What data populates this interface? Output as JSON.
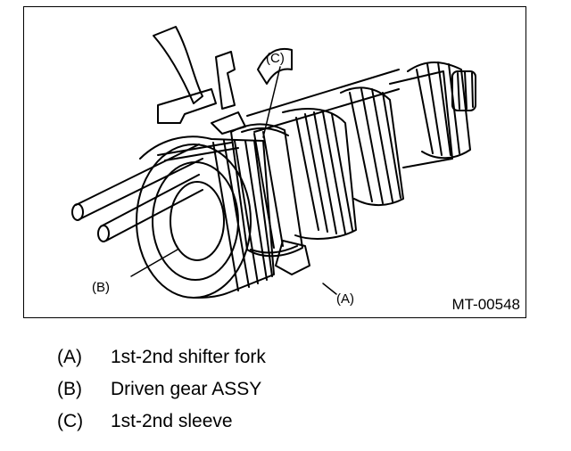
{
  "figure": {
    "id": "MT-00548",
    "callouts": [
      {
        "key": "A",
        "label": "(A)"
      },
      {
        "key": "B",
        "label": "(B)"
      },
      {
        "key": "C",
        "label": "(C)"
      }
    ]
  },
  "legend": [
    {
      "key": "(A)",
      "text": "1st-2nd shifter fork"
    },
    {
      "key": "(B)",
      "text": "Driven gear ASSY"
    },
    {
      "key": "(C)",
      "text": "1st-2nd sleeve"
    }
  ],
  "colors": {
    "ink": "#000000",
    "background": "#ffffff"
  }
}
